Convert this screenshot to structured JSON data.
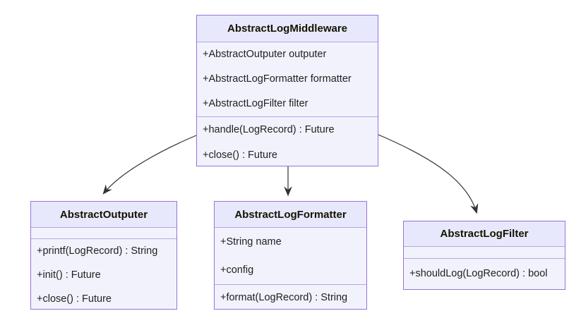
{
  "diagram": {
    "type": "uml-class-diagram",
    "colors": {
      "header_fill": "#e8e8fc",
      "body_fill": "#f2f2fd",
      "border": "#9673db",
      "divider": "#b6a6e3",
      "text": "#1f2020",
      "arrow_line": "#333333"
    },
    "classes": [
      {
        "name": "AbstractLogMiddleware",
        "attributes": [
          "+AbstractOutputer outputer",
          "+AbstractLogFormatter formatter",
          "+AbstractLogFilter filter"
        ],
        "methods": [
          "+handle(LogRecord) : Future",
          "+close() : Future"
        ]
      },
      {
        "name": "AbstractOutputer",
        "attributes": [],
        "methods": [
          "+printf(LogRecord) : String",
          "+init() : Future",
          "+close() : Future"
        ]
      },
      {
        "name": "AbstractLogFormatter",
        "attributes": [
          "+String name",
          "+config"
        ],
        "methods": [
          "+format(LogRecord) : String"
        ]
      },
      {
        "name": "AbstractLogFilter",
        "attributes": [],
        "methods": [
          "+shouldLog(LogRecord) : bool"
        ]
      }
    ],
    "relations": [
      {
        "from": "AbstractLogMiddleware",
        "to": "AbstractOutputer",
        "type": "directed-arrow"
      },
      {
        "from": "AbstractLogMiddleware",
        "to": "AbstractLogFormatter",
        "type": "directed-arrow"
      },
      {
        "from": "AbstractLogMiddleware",
        "to": "AbstractLogFilter",
        "type": "directed-arrow"
      }
    ]
  }
}
